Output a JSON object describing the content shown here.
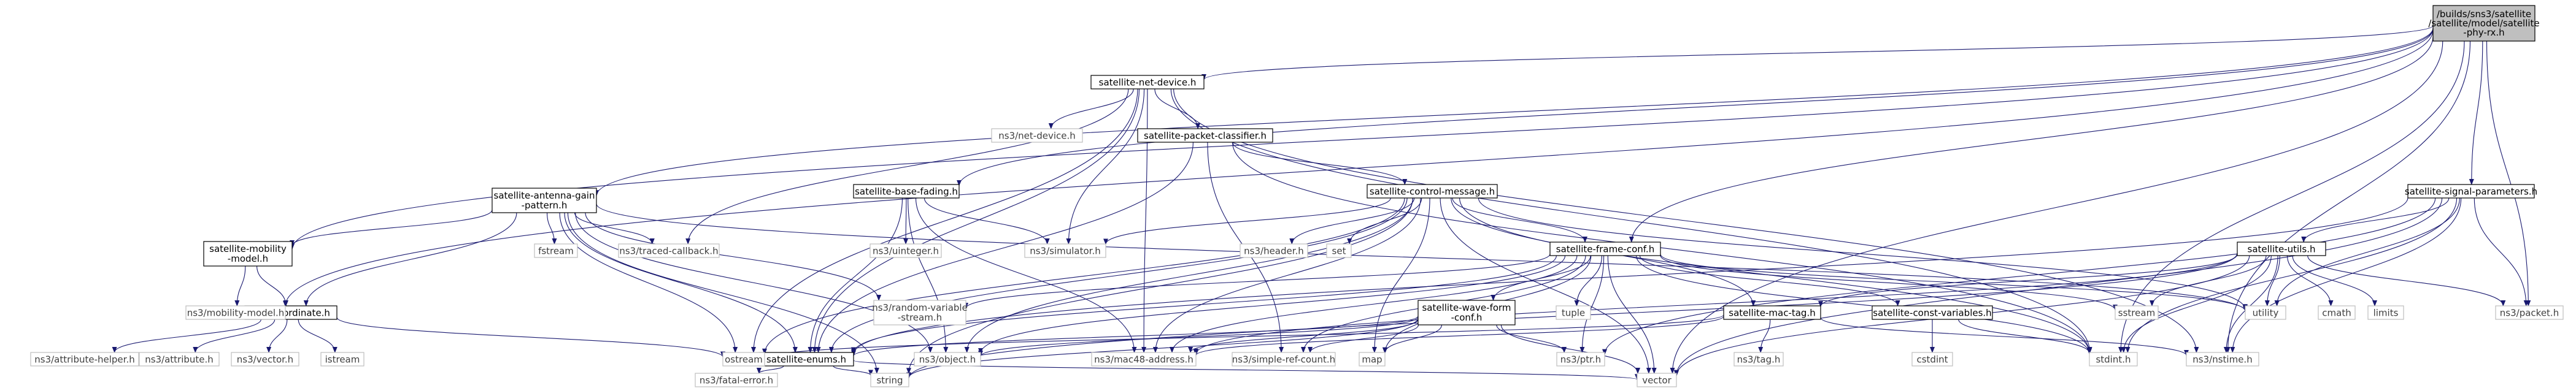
{
  "colors": {
    "edge": "#191970",
    "root_fill": "#bfbfbf",
    "root_stroke": "#000000",
    "local_stroke": "#000000",
    "external_stroke": "#bfbfbf",
    "external_text": "#3f3f3f",
    "text": "#000000"
  },
  "nodes": [
    {
      "id": "root",
      "label": "/builds/sns3/satellite/satellite/model/satellite-phy-rx.h",
      "kind": "root"
    },
    {
      "id": "netdev",
      "label": "satellite-net-device.h",
      "kind": "local"
    },
    {
      "id": "antenna",
      "label": "satellite-antenna-gain-pattern.h",
      "kind": "local"
    },
    {
      "id": "basefading",
      "label": "satellite-base-fading.h",
      "kind": "local"
    },
    {
      "id": "classifier",
      "label": "satellite-packet-classifier.h",
      "kind": "local"
    },
    {
      "id": "ctrlmsg",
      "label": "satellite-control-message.h",
      "kind": "local"
    },
    {
      "id": "sigparams",
      "label": "satellite-signal-parameters.h",
      "kind": "local"
    },
    {
      "id": "mobility",
      "label": "satellite-mobility-model.h",
      "kind": "local"
    },
    {
      "id": "frameconf",
      "label": "satellite-frame-conf.h",
      "kind": "local"
    },
    {
      "id": "utils",
      "label": "satellite-utils.h",
      "kind": "local"
    },
    {
      "id": "geocoord",
      "label": "geo-coordinate.h",
      "kind": "local"
    },
    {
      "id": "waveform",
      "label": "satellite-wave-form-conf.h",
      "kind": "local"
    },
    {
      "id": "mactag",
      "label": "satellite-mac-tag.h",
      "kind": "local"
    },
    {
      "id": "constvars",
      "label": "satellite-const-variables.h",
      "kind": "local"
    },
    {
      "id": "enums",
      "label": "satellite-enums.h",
      "kind": "local"
    },
    {
      "id": "netdevice",
      "label": "ns3/net-device.h",
      "kind": "external"
    },
    {
      "id": "simulator",
      "label": "ns3/simulator.h",
      "kind": "external"
    },
    {
      "id": "tracedcb",
      "label": "ns3/traced-callback.h",
      "kind": "external"
    },
    {
      "id": "uinteger",
      "label": "ns3/uinteger.h",
      "kind": "external"
    },
    {
      "id": "header",
      "label": "ns3/header.h",
      "kind": "external"
    },
    {
      "id": "set",
      "label": "set",
      "kind": "external"
    },
    {
      "id": "fstream",
      "label": "fstream",
      "kind": "external"
    },
    {
      "id": "mobmodel",
      "label": "ns3/mobility-model.h",
      "kind": "external"
    },
    {
      "id": "randvar",
      "label": "ns3/random-variable-stream.h",
      "kind": "external"
    },
    {
      "id": "tuple",
      "label": "tuple",
      "kind": "external"
    },
    {
      "id": "sstream",
      "label": "sstream",
      "kind": "external"
    },
    {
      "id": "utility",
      "label": "utility",
      "kind": "external"
    },
    {
      "id": "cmath",
      "label": "cmath",
      "kind": "external"
    },
    {
      "id": "limits",
      "label": "limits",
      "kind": "external"
    },
    {
      "id": "packet",
      "label": "ns3/packet.h",
      "kind": "external"
    },
    {
      "id": "attrhelper",
      "label": "ns3/attribute-helper.h",
      "kind": "external"
    },
    {
      "id": "attribute",
      "label": "ns3/attribute.h",
      "kind": "external"
    },
    {
      "id": "vectorh",
      "label": "ns3/vector.h",
      "kind": "external"
    },
    {
      "id": "istream",
      "label": "istream",
      "kind": "external"
    },
    {
      "id": "ostream",
      "label": "ostream",
      "kind": "external"
    },
    {
      "id": "object",
      "label": "ns3/object.h",
      "kind": "external"
    },
    {
      "id": "mac48",
      "label": "ns3/mac48-address.h",
      "kind": "external"
    },
    {
      "id": "map",
      "label": "map",
      "kind": "external"
    },
    {
      "id": "simplerc",
      "label": "ns3/simple-ref-count.h",
      "kind": "external"
    },
    {
      "id": "ptr",
      "label": "ns3/ptr.h",
      "kind": "external"
    },
    {
      "id": "tag",
      "label": "ns3/tag.h",
      "kind": "external"
    },
    {
      "id": "cstdint",
      "label": "cstdint",
      "kind": "external"
    },
    {
      "id": "stdint",
      "label": "stdint.h",
      "kind": "external"
    },
    {
      "id": "nstime",
      "label": "ns3/nstime.h",
      "kind": "external"
    },
    {
      "id": "fatalerror",
      "label": "ns3/fatal-error.h",
      "kind": "external"
    },
    {
      "id": "string",
      "label": "string",
      "kind": "external"
    },
    {
      "id": "vector",
      "label": "vector",
      "kind": "external"
    }
  ],
  "edges": [
    [
      "root",
      "netdev"
    ],
    [
      "root",
      "antenna"
    ],
    [
      "root",
      "basefading"
    ],
    [
      "root",
      "sigparams"
    ],
    [
      "root",
      "mobility"
    ],
    [
      "root",
      "mobmodel"
    ],
    [
      "root",
      "frameconf"
    ],
    [
      "root",
      "packet"
    ],
    [
      "root",
      "stdint"
    ],
    [
      "root",
      "nstime"
    ],
    [
      "root",
      "vector"
    ],
    [
      "netdev",
      "netdevice"
    ],
    [
      "netdev",
      "classifier"
    ],
    [
      "netdev",
      "simulator"
    ],
    [
      "netdev",
      "tracedcb"
    ],
    [
      "netdev",
      "enums"
    ],
    [
      "netdev",
      "mac48"
    ],
    [
      "netdev",
      "ostream"
    ],
    [
      "netdev",
      "stdint"
    ],
    [
      "netdev",
      "nstime"
    ],
    [
      "classifier",
      "ctrlmsg"
    ],
    [
      "classifier",
      "simplerc"
    ],
    [
      "classifier",
      "enums"
    ],
    [
      "classifier",
      "stdint"
    ],
    [
      "antenna",
      "mobility"
    ],
    [
      "antenna",
      "geocoord"
    ],
    [
      "antenna",
      "tracedcb"
    ],
    [
      "antenna",
      "fstream"
    ],
    [
      "antenna",
      "randvar"
    ],
    [
      "antenna",
      "enums"
    ],
    [
      "antenna",
      "object"
    ],
    [
      "antenna",
      "string"
    ],
    [
      "antenna",
      "utility"
    ],
    [
      "antenna",
      "ostream"
    ],
    [
      "basefading",
      "uinteger"
    ],
    [
      "basefading",
      "simulator"
    ],
    [
      "basefading",
      "enums"
    ],
    [
      "basefading",
      "object"
    ],
    [
      "basefading",
      "mac48"
    ],
    [
      "ctrlmsg",
      "simulator"
    ],
    [
      "ctrlmsg",
      "header"
    ],
    [
      "ctrlmsg",
      "set"
    ],
    [
      "ctrlmsg",
      "frameconf"
    ],
    [
      "ctrlmsg",
      "enums"
    ],
    [
      "ctrlmsg",
      "mactag"
    ],
    [
      "ctrlmsg",
      "object"
    ],
    [
      "ctrlmsg",
      "mac48"
    ],
    [
      "ctrlmsg",
      "map"
    ],
    [
      "ctrlmsg",
      "utility"
    ],
    [
      "ctrlmsg",
      "vector"
    ],
    [
      "ctrlmsg",
      "ostream"
    ],
    [
      "ctrlmsg",
      "stdint"
    ],
    [
      "ctrlmsg",
      "string"
    ],
    [
      "sigparams",
      "utils"
    ],
    [
      "sigparams",
      "packet"
    ],
    [
      "sigparams",
      "ptr"
    ],
    [
      "sigparams",
      "utility"
    ],
    [
      "sigparams",
      "stdint"
    ],
    [
      "sigparams",
      "nstime"
    ],
    [
      "sigparams",
      "vector"
    ],
    [
      "sigparams",
      "enums"
    ],
    [
      "mobility",
      "mobmodel"
    ],
    [
      "mobility",
      "geocoord"
    ],
    [
      "geocoord",
      "attrhelper"
    ],
    [
      "geocoord",
      "attribute"
    ],
    [
      "geocoord",
      "vectorh"
    ],
    [
      "geocoord",
      "istream"
    ],
    [
      "geocoord",
      "ostream"
    ],
    [
      "frameconf",
      "randvar"
    ],
    [
      "frameconf",
      "tuple"
    ],
    [
      "frameconf",
      "waveform"
    ],
    [
      "frameconf",
      "constvars"
    ],
    [
      "frameconf",
      "enums"
    ],
    [
      "frameconf",
      "simplerc"
    ],
    [
      "frameconf",
      "ptr"
    ],
    [
      "frameconf",
      "map"
    ],
    [
      "frameconf",
      "vector"
    ],
    [
      "frameconf",
      "stdint"
    ],
    [
      "frameconf",
      "sstream"
    ],
    [
      "frameconf",
      "utility"
    ],
    [
      "frameconf",
      "object"
    ],
    [
      "frameconf",
      "mac48"
    ],
    [
      "utils",
      "packet"
    ],
    [
      "utils",
      "sstream"
    ],
    [
      "utils",
      "utility"
    ],
    [
      "utils",
      "cmath"
    ],
    [
      "utils",
      "limits"
    ],
    [
      "utils",
      "stdint"
    ],
    [
      "utils",
      "nstime"
    ],
    [
      "utils",
      "mactag"
    ],
    [
      "utils",
      "mac48"
    ],
    [
      "utils",
      "vector"
    ],
    [
      "utils",
      "string"
    ],
    [
      "waveform",
      "enums"
    ],
    [
      "waveform",
      "simplerc"
    ],
    [
      "waveform",
      "ptr"
    ],
    [
      "waveform",
      "map"
    ],
    [
      "waveform",
      "vector"
    ],
    [
      "waveform",
      "string"
    ],
    [
      "waveform",
      "object"
    ],
    [
      "waveform",
      "mac48"
    ],
    [
      "mactag",
      "tag"
    ],
    [
      "mactag",
      "mac48"
    ],
    [
      "mactag",
      "nstime"
    ],
    [
      "mactag",
      "ostream"
    ],
    [
      "constvars",
      "cstdint"
    ],
    [
      "constvars",
      "stdint"
    ],
    [
      "enums",
      "fatalerror"
    ],
    [
      "enums",
      "string"
    ],
    [
      "enums",
      "vector"
    ]
  ]
}
